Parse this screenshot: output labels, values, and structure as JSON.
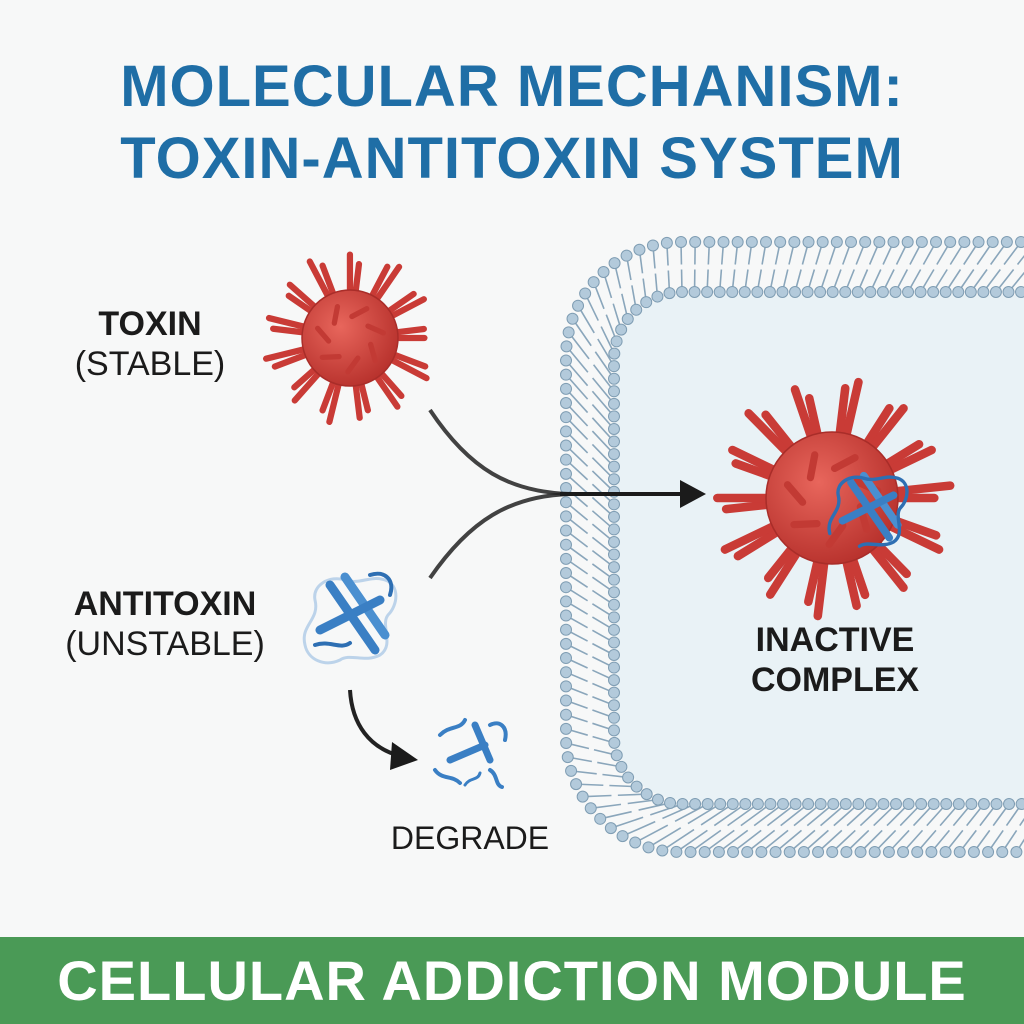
{
  "title": {
    "line1": "MOLECULAR MECHANISM:",
    "line2": "TOXIN-ANTITOXIN SYSTEM"
  },
  "toxin": {
    "name": "TOXIN",
    "state": "(STABLE)"
  },
  "antitoxin": {
    "name": "ANTITOXIN",
    "state": "(UNSTABLE)"
  },
  "degrade_label": "DEGRADE",
  "complex": {
    "line1": "INACTIVE",
    "line2": "COMPLEX"
  },
  "footer": "CELLULAR ADDICTION MODULE",
  "colors": {
    "title": "#1f6ea6",
    "toxin": "#d2433d",
    "antitoxin": "#3a7fc4",
    "membrane": "#9fb9cc",
    "footer": "#4a9a56"
  }
}
